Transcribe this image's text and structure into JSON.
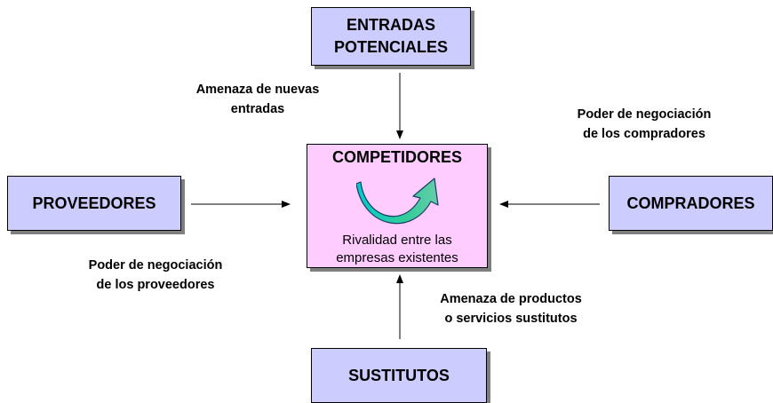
{
  "boxes": {
    "entradas": {
      "line1": "ENTRADAS",
      "line2": "POTENCIALES"
    },
    "proveedores": "PROVEEDORES",
    "compradores": "COMPRADORES",
    "sustitutos": "SUSTITUTOS",
    "competidores": {
      "title": "COMPETIDORES",
      "text_line1": "Rivalidad entre las",
      "text_line2": "empresas existentes"
    }
  },
  "labels": {
    "nuevas_entradas": {
      "line1": "Amenaza de nuevas",
      "line2": "entradas"
    },
    "compradores": {
      "line1": "Poder de negociación",
      "line2": "de los compradores"
    },
    "proveedores": {
      "line1": "Poder de negociación",
      "line2": "de los proveedores"
    },
    "sustitutos": {
      "line1": "Amenaza de productos",
      "line2": "o servicios sustitutos"
    }
  },
  "colors": {
    "force_box_fill": "#ccccff",
    "center_box_fill": "#ffccff",
    "rivalry_arrow": "#33cc99"
  },
  "icons": {
    "rivalry": "curved-arrow-icon"
  }
}
